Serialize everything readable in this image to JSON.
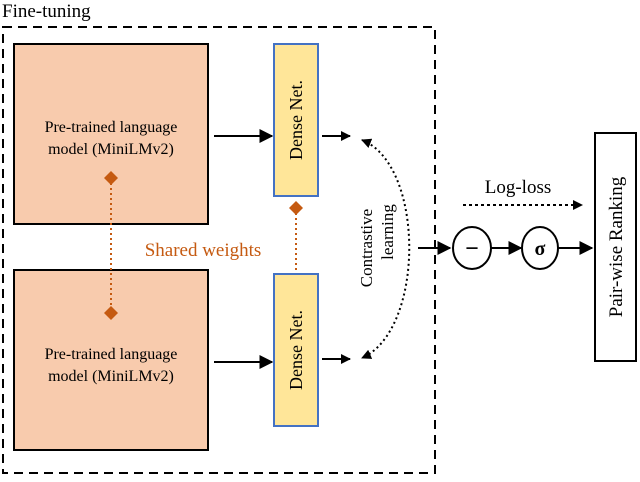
{
  "title": "Fine-tuning",
  "encoder_top": {
    "line1": "Pre-trained language",
    "line2": "model (MiniLMv2)"
  },
  "encoder_bottom": {
    "line1": "Pre-trained language",
    "line2": "model (MiniLMv2)"
  },
  "dense_top": "Dense Net.",
  "dense_bottom": "Dense Net.",
  "shared_weights": "Shared weights",
  "contrastive": {
    "line1": "Contrastive",
    "line2": "learning"
  },
  "minus_symbol": "−",
  "sigma_symbol": "σ",
  "log_loss": "Log-loss",
  "ranking": "Pair-wise Ranking",
  "colors": {
    "encoder_fill": "#F8CBAD",
    "dense_fill": "#FFE699",
    "dense_border": "#4472C4",
    "shared_link": "#C55A11"
  }
}
